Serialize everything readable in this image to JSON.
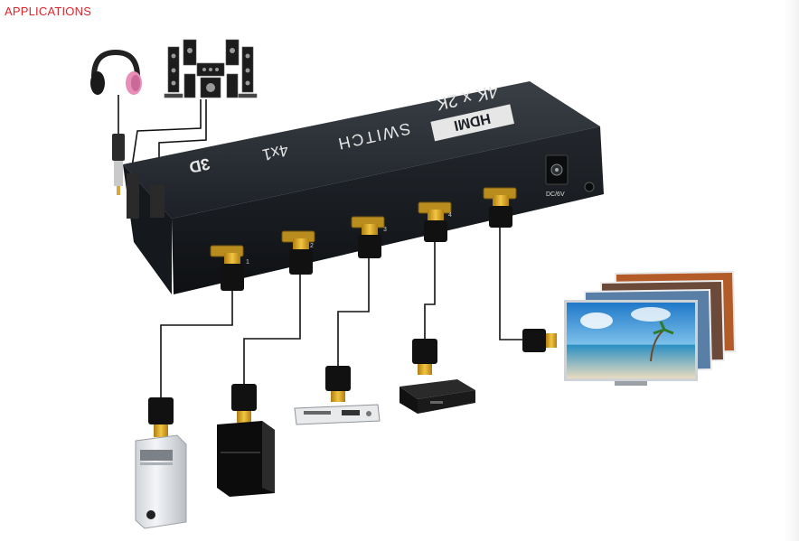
{
  "page": {
    "title": "APPLICATIONS",
    "title_color": "#d9262c"
  },
  "switch": {
    "brand": "HDMI",
    "model": "4K x 2K",
    "name": "SWITCH",
    "ports_label": "4x1",
    "feature": "3D",
    "power_label": "DC/6V",
    "input_numbers": [
      "1",
      "2",
      "3",
      "4"
    ]
  },
  "icons": {
    "headphones": "headphones-icon",
    "speakers": "surround-speaker-icon",
    "pc": "pc-tower-icon",
    "console": "game-console-icon",
    "dvd": "dvd-player-icon",
    "stb": "set-top-box-icon",
    "tv": "display-screen-icon"
  },
  "colors": {
    "device_body": "#1b1f24",
    "connector_gold": "#d9a21b",
    "cable": "#111111"
  }
}
